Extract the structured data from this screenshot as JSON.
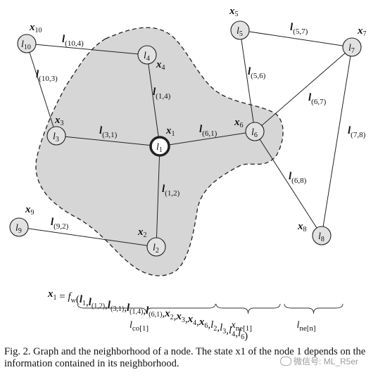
{
  "nodes": [
    {
      "id": "1",
      "label": "l",
      "sub": "1",
      "state_var": "x",
      "state_sub": "1",
      "highlight": true
    },
    {
      "id": "2",
      "label": "l",
      "sub": "2",
      "state_var": "x",
      "state_sub": "2"
    },
    {
      "id": "3",
      "label": "l",
      "sub": "3",
      "state_var": "x",
      "state_sub": "3"
    },
    {
      "id": "4",
      "label": "l",
      "sub": "4",
      "state_var": "x",
      "state_sub": "4"
    },
    {
      "id": "5",
      "label": "l",
      "sub": "5",
      "state_var": "x",
      "state_sub": "5"
    },
    {
      "id": "6",
      "label": "l",
      "sub": "6",
      "state_var": "x",
      "state_sub": "6"
    },
    {
      "id": "7",
      "label": "l",
      "sub": "7",
      "state_var": "x",
      "state_sub": "7"
    },
    {
      "id": "8",
      "label": "l",
      "sub": "8",
      "state_var": "x",
      "state_sub": "8"
    },
    {
      "id": "9",
      "label": "l",
      "sub": "9",
      "state_var": "x",
      "state_sub": "9"
    },
    {
      "id": "10",
      "label": "l",
      "sub": "10",
      "state_var": "x",
      "state_sub": "10"
    }
  ],
  "edges": [
    {
      "from": "1",
      "to": "3",
      "label": "l",
      "sub": "(3,1)"
    },
    {
      "from": "1",
      "to": "6",
      "label": "l",
      "sub": "(6,1)"
    },
    {
      "from": "1",
      "to": "4",
      "label": "l",
      "sub": "(1,4)"
    },
    {
      "from": "1",
      "to": "2",
      "label": "l",
      "sub": "(1,2)"
    },
    {
      "from": "10",
      "to": "4",
      "label": "l",
      "sub": "(10,4)"
    },
    {
      "from": "10",
      "to": "3",
      "label": "l",
      "sub": "(10,3)"
    },
    {
      "from": "5",
      "to": "7",
      "label": "l",
      "sub": "(5,7)"
    },
    {
      "from": "5",
      "to": "6",
      "label": "l",
      "sub": "(5,6)"
    },
    {
      "from": "6",
      "to": "7",
      "label": "l",
      "sub": "(6,7)"
    },
    {
      "from": "7",
      "to": "8",
      "label": "l",
      "sub": "(7,8)"
    },
    {
      "from": "6",
      "to": "8",
      "label": "l",
      "sub": "(6,8)"
    },
    {
      "from": "9",
      "to": "2",
      "label": "l",
      "sub": "(9,2)"
    }
  ],
  "formula": {
    "lhs_var": "x",
    "lhs_sub": "1",
    "equals": "=",
    "func": "f",
    "func_sub": "w",
    "args_l": [
      [
        "l",
        "1"
      ],
      [
        "l",
        "(1,2)"
      ],
      [
        "l",
        "(3,1)"
      ],
      [
        "l",
        "(1,4)"
      ],
      [
        "l",
        "(6,1)"
      ]
    ],
    "args_x": [
      [
        "x",
        "2"
      ],
      [
        "x",
        "3"
      ],
      [
        "x",
        "4"
      ],
      [
        "x",
        "6"
      ]
    ],
    "args_ln": [
      [
        "l",
        "2"
      ],
      [
        "l",
        "3"
      ],
      [
        "l",
        "4"
      ],
      [
        "l",
        "6"
      ]
    ],
    "brace_labels": [
      {
        "main": "l",
        "sub": "co[1]"
      },
      {
        "main": "x",
        "sub": "ne[1]"
      },
      {
        "main": "l",
        "sub": "ne[n]"
      }
    ]
  },
  "caption": "Fig. 2.  Graph and the neighborhood of a node. The state x1 of the node 1 depends on the information contained in its neighborhood.",
  "watermark": "微信号: ML_R5er",
  "colors": {
    "neighborhood_fill": "#d6d6d6",
    "node_fill": "#e2e2e2",
    "stroke": "#222222"
  }
}
